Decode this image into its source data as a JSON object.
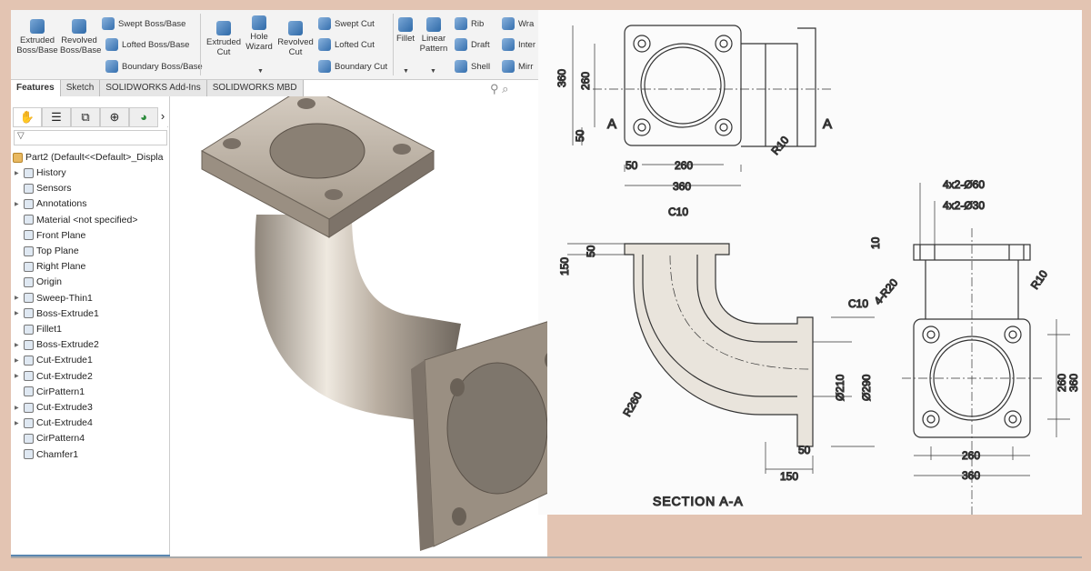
{
  "toolbar": {
    "extruded_boss": "Extruded Boss/Base",
    "revolved_boss": "Revolved Boss/Base",
    "swept_boss": "Swept Boss/Base",
    "lofted_boss": "Lofted Boss/Base",
    "boundary_boss": "Boundary Boss/Base",
    "extruded_cut": "Extruded Cut",
    "hole_wizard": "Hole Wizard",
    "revolved_cut": "Revolved Cut",
    "swept_cut": "Swept Cut",
    "lofted_cut": "Lofted Cut",
    "boundary_cut": "Boundary Cut",
    "fillet": "Fillet",
    "linear_pattern": "Linear Pattern",
    "rib": "Rib",
    "draft": "Draft",
    "shell": "Shell",
    "wrap": "Wra",
    "intersect": "Inter",
    "mirror": "Mirr"
  },
  "tabs": [
    "Features",
    "Sketch",
    "SOLIDWORKS Add-Ins",
    "SOLIDWORKS MBD"
  ],
  "tree": {
    "root": "Part2  (Default<<Default>_Displa",
    "items": [
      {
        "label": "History",
        "expand": true
      },
      {
        "label": "Sensors",
        "expand": false
      },
      {
        "label": "Annotations",
        "expand": true
      },
      {
        "label": "Material <not specified>",
        "expand": false
      },
      {
        "label": "Front Plane",
        "expand": false
      },
      {
        "label": "Top Plane",
        "expand": false
      },
      {
        "label": "Right Plane",
        "expand": false
      },
      {
        "label": "Origin",
        "expand": false
      },
      {
        "label": "Sweep-Thin1",
        "expand": true
      },
      {
        "label": "Boss-Extrude1",
        "expand": true
      },
      {
        "label": "Fillet1",
        "expand": false
      },
      {
        "label": "Boss-Extrude2",
        "expand": true
      },
      {
        "label": "Cut-Extrude1",
        "expand": true
      },
      {
        "label": "Cut-Extrude2",
        "expand": true
      },
      {
        "label": "CirPattern1",
        "expand": false
      },
      {
        "label": "Cut-Extrude3",
        "expand": true
      },
      {
        "label": "Cut-Extrude4",
        "expand": true
      },
      {
        "label": "CirPattern4",
        "expand": false
      },
      {
        "label": "Chamfer1",
        "expand": false
      }
    ]
  },
  "drawing": {
    "top": {
      "d360": "360",
      "d260": "260",
      "d50": "50",
      "a_left": "A",
      "a_right": "A",
      "r10": "R10",
      "b50": "50",
      "b260": "260",
      "b360": "360"
    },
    "section": {
      "c10_top": "C10",
      "c10_right": "C10",
      "d150": "150",
      "d50": "50",
      "r260": "R260",
      "d210": "Ø210",
      "d290": "Ø290",
      "b50": "50",
      "b150": "150",
      "title": "SECTION A-A"
    },
    "side": {
      "h60": "4x2-Ø60",
      "h30": "4x2-Ø30",
      "d10": "10",
      "r10": "R10",
      "r20": "4-R20",
      "d260": "260",
      "d360": "360",
      "b260": "260",
      "b360": "360"
    }
  },
  "colors": {
    "background": "#e3c4b2",
    "part_metal": "#c9c0b4",
    "accent": "#2f6aa8"
  }
}
